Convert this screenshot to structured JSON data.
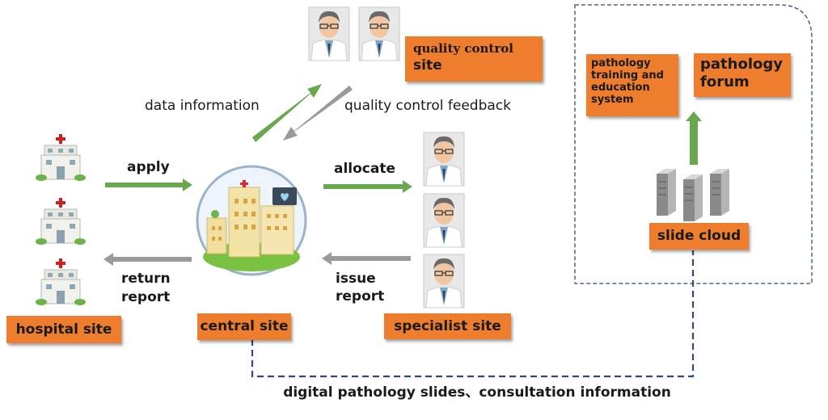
{
  "labels": {
    "hospital_site": "hospital site",
    "central_site": "central site",
    "specialist_site": "specialist site",
    "quality_control_line1": "quality control",
    "quality_control_line2": "site",
    "training_line1": "pathology",
    "training_line2": "training and",
    "training_line3": "education",
    "training_line4": "system",
    "forum_line1": "pathology",
    "forum_line2": "forum",
    "slide_cloud": "slide cloud"
  },
  "arrows": {
    "apply": "apply",
    "return_line1": "return",
    "return_line2": "report",
    "allocate": "allocate",
    "issue_line1": "issue",
    "issue_line2": "report",
    "data_information": "data information",
    "quality_control_feedback": "quality control feedback"
  },
  "bottom_label": "digital pathology slides、consultation information",
  "colors": {
    "box_orange": "#ee7d2e",
    "arrow_green": "#6aa84f",
    "arrow_gray": "#9a9a9a",
    "dashed_blue": "#2e4a7a"
  },
  "icons": [
    "hospital-icon",
    "doctor-icon",
    "central-building-icon",
    "server-icon"
  ]
}
